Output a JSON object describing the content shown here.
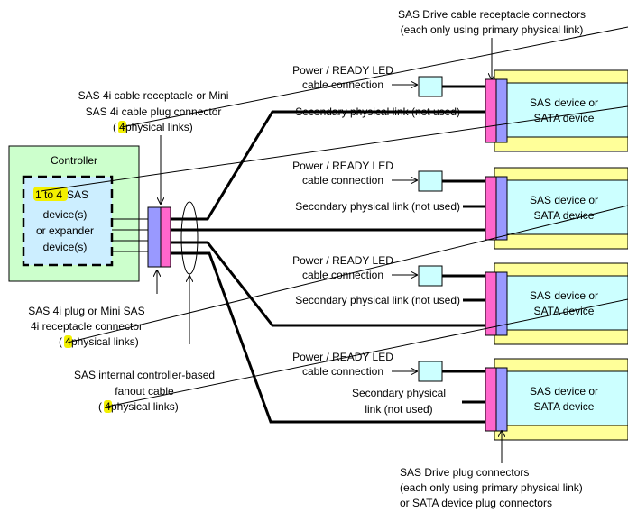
{
  "colors": {
    "controller_fill": "#ccffcc",
    "inner_fill": "#cceeff",
    "connector_pink": "#ff66cc",
    "connector_blue": "#9999ff",
    "device_outer": "#ffff99",
    "device_inner": "#ccffff",
    "power_box": "#ccffff",
    "highlight": "#f2f000"
  },
  "labels": {
    "top_receptacle_line1": "SAS Drive cable receptacle connectors",
    "top_receptacle_line2": "(each only using primary physical link)",
    "cable_receptacle_line1": "SAS 4i cable receptacle or Mini",
    "cable_receptacle_line2": "SAS 4i cable plug connector",
    "cable_receptacle_line3_num": "4",
    "cable_receptacle_line3_rest": " physical links)",
    "cable_receptacle_line3_open": "(",
    "controller_title": "Controller",
    "controller_inner_hl": "1 to 4",
    "controller_inner_line1_rest": " SAS",
    "controller_inner_line2": "device(s)",
    "controller_inner_line3": "or expander",
    "controller_inner_line4": "device(s)",
    "plug_line1": "SAS 4i plug or Mini SAS",
    "plug_line2": "4i receptacle connector",
    "plug_line3_open": "(",
    "plug_line3_num": "4",
    "plug_line3_rest": " physical links)",
    "fanout_line1": "SAS internal controller-based",
    "fanout_line2": "fanout cable",
    "fanout_line3_open": "(",
    "fanout_line3_num": "4",
    "fanout_line3_rest": " physical links)",
    "bottom_line1": "SAS Drive plug connectors",
    "bottom_line2": "(each only using primary physical link)",
    "bottom_line3": "or SATA device plug connectors"
  },
  "drives": [
    {
      "power1": "Power / READY LED",
      "power2": "cable connection",
      "secondary1": "Secondary physical link (not used)",
      "secondary2": "",
      "device1": "SAS device or",
      "device2": "SATA device"
    },
    {
      "power1": "Power / READY LED",
      "power2": "cable connection",
      "secondary1": "Secondary physical link (not used)",
      "secondary2": "",
      "device1": "SAS device or",
      "device2": "SATA device"
    },
    {
      "power1": "Power / READY LED",
      "power2": "cable connection",
      "secondary1": "Secondary physical link (not used)",
      "secondary2": "",
      "device1": "SAS device or",
      "device2": "SATA device"
    },
    {
      "power1": "Power / READY LED",
      "power2": "cable connection",
      "secondary1": "Secondary physical",
      "secondary2": "link (not used)",
      "device1": "SAS device or",
      "device2": "SATA device"
    }
  ]
}
